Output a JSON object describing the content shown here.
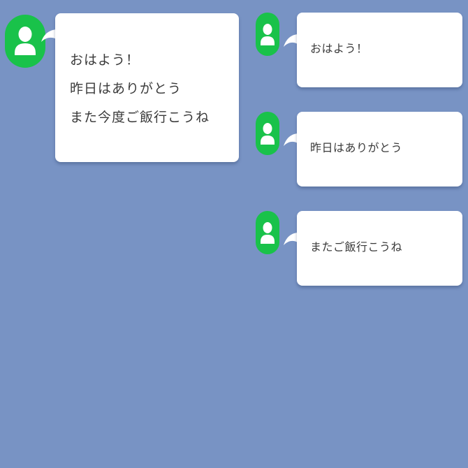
{
  "colors": {
    "background": "#7893c4",
    "avatar": "#19c24a",
    "bubble": "#ffffff",
    "text": "#3a3a3a"
  },
  "left_message": {
    "avatar_icon": "person-icon",
    "lines": [
      "おはよう！",
      "昨日はありがとう",
      "また今度ご飯行こうね"
    ]
  },
  "right_messages": [
    {
      "avatar_icon": "person-icon",
      "text": "おはよう！"
    },
    {
      "avatar_icon": "person-icon",
      "text": "昨日はありがとう"
    },
    {
      "avatar_icon": "person-icon",
      "text": "またご飯行こうね"
    }
  ]
}
